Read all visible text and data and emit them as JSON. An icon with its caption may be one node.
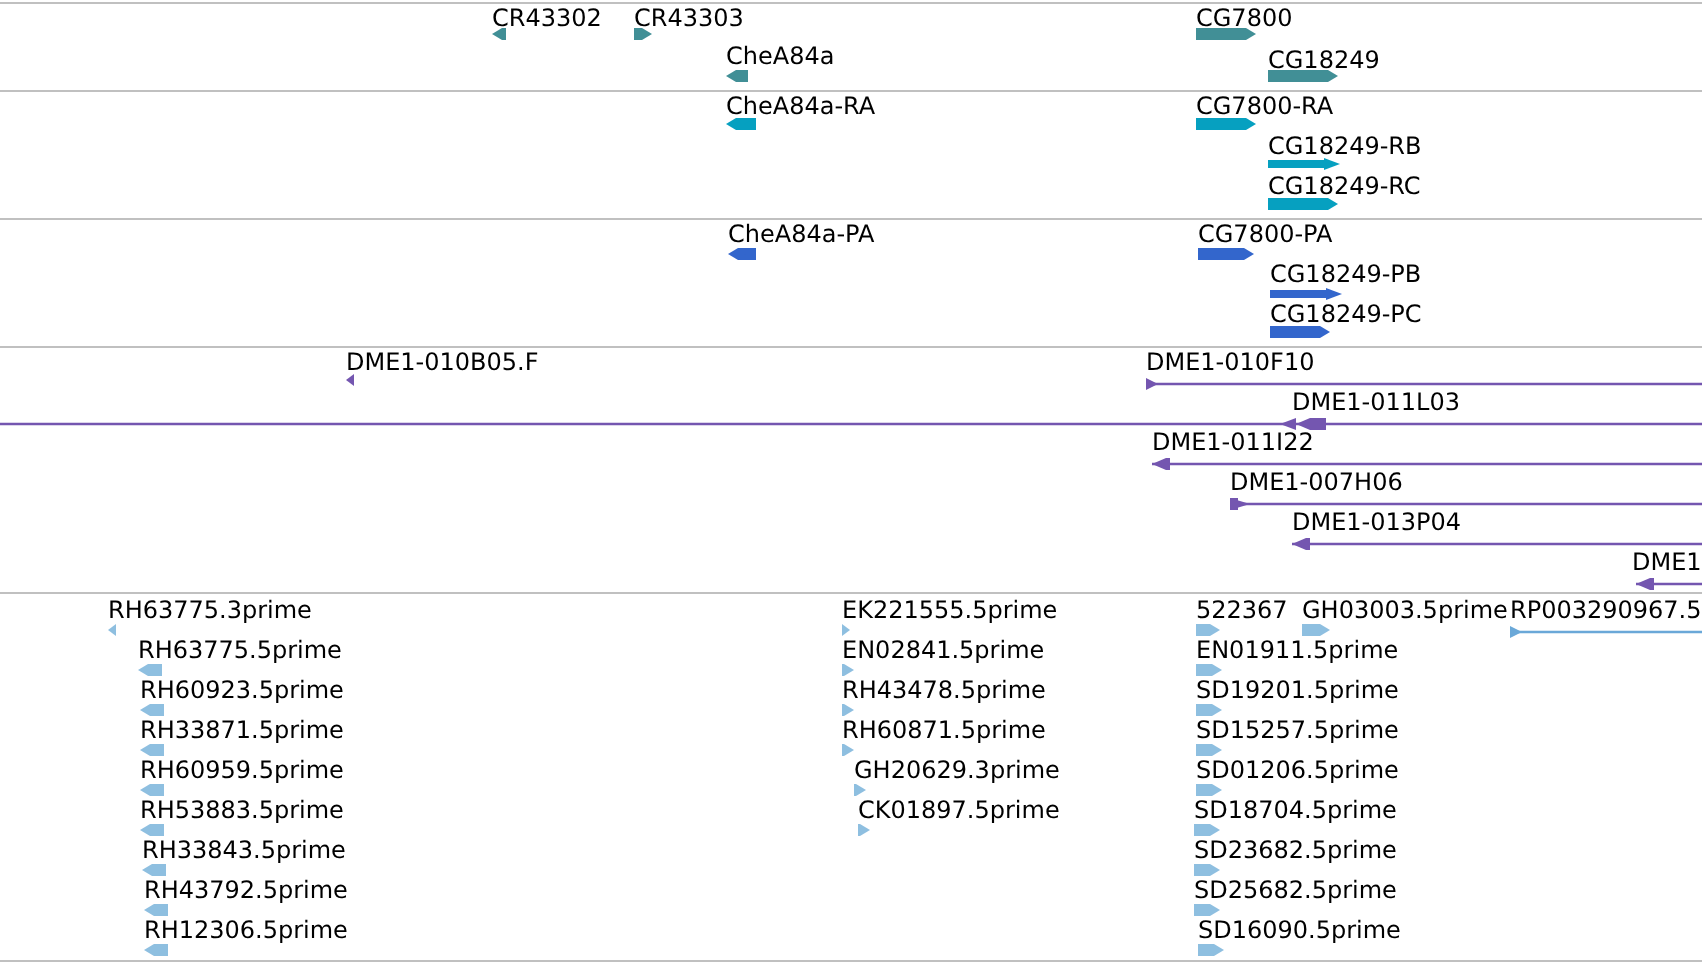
{
  "diagram": {
    "labels": [
      "CR43302",
      "CR43303",
      "CG7800",
      "CheA84a",
      "CG18249",
      "CheA84a-RA",
      "CG7800-RA",
      "CG18249-RB",
      "CG18249-RC",
      "CheA84a-PA",
      "CG7800-PA",
      "CG18249-PB",
      "CG18249-PC",
      "DME1-010B05.F",
      "DME1-010F10",
      "DME1-011L03",
      "DME1-011I22",
      "DME1-007H06",
      "DME1-013P04",
      "DME1",
      "RH63775.3prime",
      "EK221555.5prime",
      "522367",
      "GH03003.5prime",
      "RP003290967.5",
      "RH63775.5prime",
      "EN02841.5prime",
      "EN01911.5prime",
      "RH60923.5prime",
      "RH43478.5prime",
      "SD19201.5prime",
      "RH33871.5prime",
      "RH60871.5prime",
      "SD15257.5prime",
      "RH60959.5prime",
      "GH20629.3prime",
      "SD01206.5prime",
      "RH53883.5prime",
      "CK01897.5prime",
      "SD18704.5prime",
      "RH33843.5prime",
      "SD23682.5prime",
      "RH43792.5prime",
      "SD25682.5prime",
      "RH12306.5prime",
      "SD16090.5prime"
    ]
  }
}
